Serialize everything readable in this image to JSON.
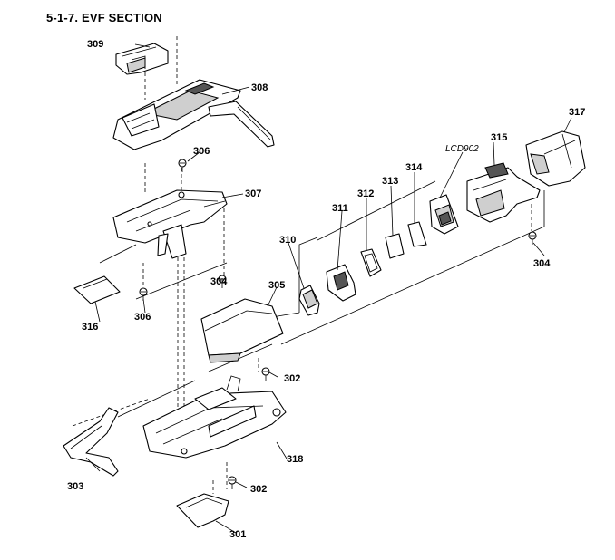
{
  "title": "5-1-7. EVF SECTION",
  "parts": {
    "p301": "301",
    "p302a": "302",
    "p302b": "302",
    "p303": "303",
    "p304a": "304",
    "p304b": "304",
    "p305": "305",
    "p306a": "306",
    "p306b": "306",
    "p307": "307",
    "p308": "308",
    "p309": "309",
    "p310": "310",
    "p311": "311",
    "p312": "312",
    "p313": "313",
    "p314": "314",
    "p315": "315",
    "p316": "316",
    "p317": "317",
    "p318": "318",
    "lcd": "LCD902"
  }
}
